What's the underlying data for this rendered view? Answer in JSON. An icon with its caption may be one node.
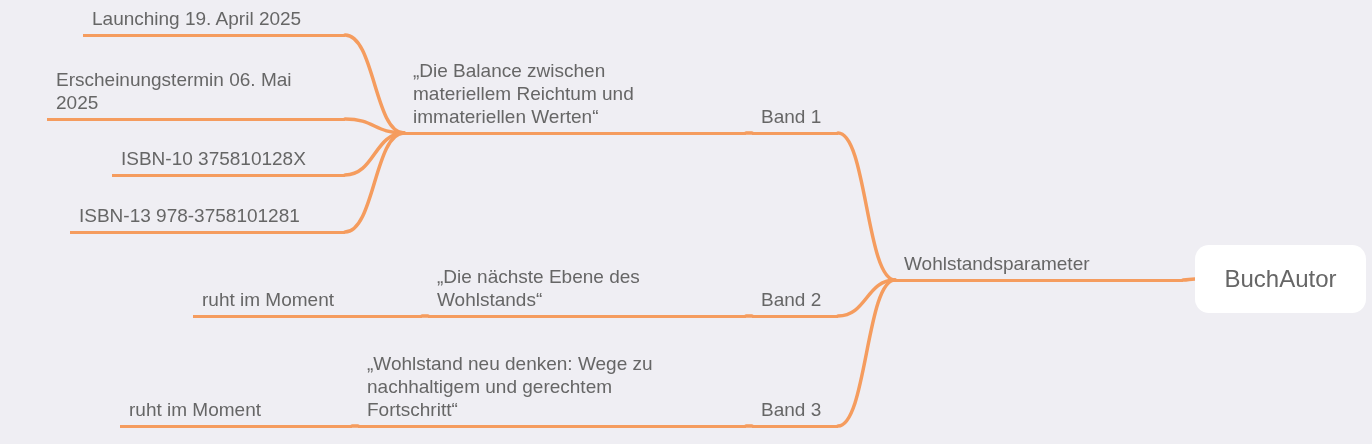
{
  "diagram": {
    "nodes": [
      {
        "text": [
          "BuchAutor"
        ]
      },
      {
        "text": [
          "Wohlstandsparameter"
        ]
      },
      {
        "text": [
          "Band 1"
        ]
      },
      {
        "text": [
          "Band 2"
        ]
      },
      {
        "text": [
          "Band 3"
        ]
      },
      {
        "text": [
          "„Die Balance zwischen materiellem Reichtum und immateriellen Werten“"
        ]
      },
      {
        "text": [
          "Launching 19. April 2025"
        ]
      },
      {
        "text": [
          "Erscheinungstermin 06. Mai 2025"
        ]
      },
      {
        "text": [
          "ISBN-10 375810128X"
        ]
      },
      {
        "text": [
          "ISBN-13 978-3758101281"
        ]
      },
      {
        "text": [
          "„Die nächste Ebene des Wohlstands“"
        ]
      },
      {
        "text": [
          "ruht im Moment"
        ]
      },
      {
        "text": [
          "„Wohlstand neu denken: Wege zu nachhaltigem und gerechtem Fortschritt“"
        ]
      },
      {
        "text": [
          "ruht im Moment"
        ]
      }
    ],
    "edges": [
      {
        "from": 0,
        "to": 1,
        "arrow": "none"
      },
      {
        "from": 1,
        "to": 2,
        "arrow": "none"
      },
      {
        "from": 1,
        "to": 3,
        "arrow": "none"
      },
      {
        "from": 1,
        "to": 4,
        "arrow": "none"
      },
      {
        "from": 2,
        "to": 5,
        "arrow": "none"
      },
      {
        "from": 5,
        "to": 6,
        "arrow": "none"
      },
      {
        "from": 5,
        "to": 7,
        "arrow": "none"
      },
      {
        "from": 5,
        "to": 8,
        "arrow": "none"
      },
      {
        "from": 5,
        "to": 9,
        "arrow": "none"
      },
      {
        "from": 3,
        "to": 10,
        "arrow": "none"
      },
      {
        "from": 10,
        "to": 11,
        "arrow": "none"
      },
      {
        "from": 4,
        "to": 12,
        "arrow": "none"
      },
      {
        "from": 12,
        "to": 13,
        "arrow": "none"
      }
    ]
  }
}
